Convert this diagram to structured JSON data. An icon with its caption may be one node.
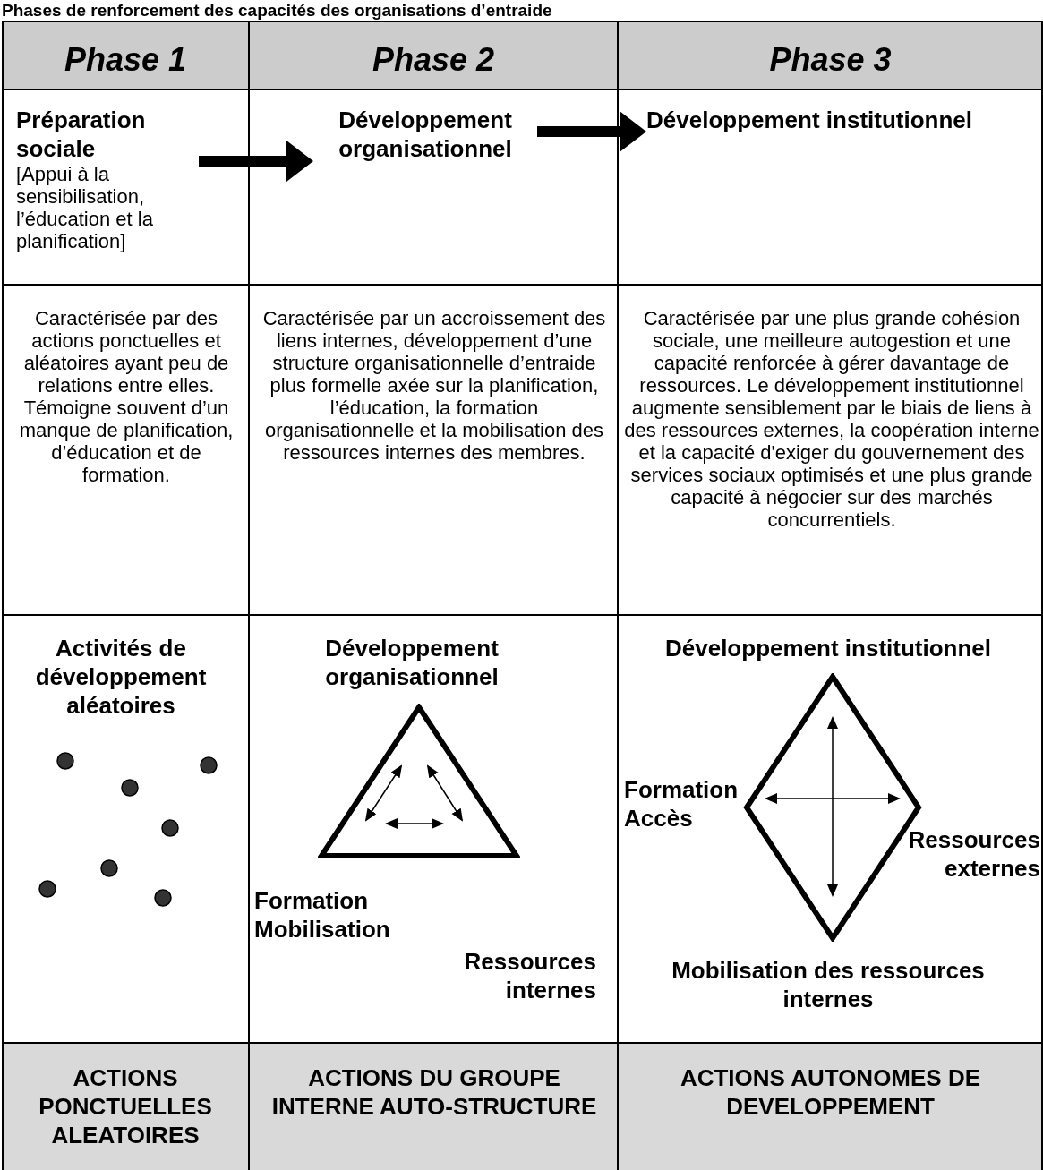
{
  "diagram": {
    "title": "Phases de renforcement des capacités des organisations d’entraide",
    "nodes": [
      {
        "text": [
          "Préparation sociale",
          "[Appui à la sensibilisation, l’éducation et la planification]"
        ]
      },
      {
        "text": [
          "Développement organisationnel"
        ]
      },
      {
        "text": [
          "Développement institutionnel"
        ]
      },
      {
        "text": [],
        "shape": "triangle"
      },
      {
        "text": [],
        "shape": "diamond"
      }
    ],
    "edges": [
      {
        "from": 0,
        "to": 1,
        "arrow": "to"
      },
      {
        "from": 1,
        "to": 2,
        "arrow": "to"
      }
    ],
    "labels": [
      "Phase 1",
      "Phase 2",
      "Phase 3",
      "Caractérisée par des actions ponctuelles et aléatoires ayant peu de relations entre elles. Témoigne souvent d’un manque de planification, d’éducation et de formation.",
      "Caractérisée par un accroissement des liens internes, développement d’une structure organisationnelle d’entraide plus formelle axée sur la planification, l’éducation, la formation organisationnelle et la mobilisation des ressources internes des membres.",
      "Caractérisée par une plus grande cohésion sociale, une meilleure autogestion et une capacité renforcée à gérer davantage de ressources. Le développement institutionnel augmente sensiblement par le biais de liens à des ressources externes, la coopération interne et la capacité d'exiger du gouvernement des services sociaux optimisés et une plus grande capacité à négocier sur des marchés concurrentiels.",
      "Activités de développement aléatoires",
      "Développement organisationnel",
      "Formation",
      "Mobilisation",
      "Ressources internes",
      "Développement institutionnel",
      "Formation",
      "Accès",
      "Ressources externes",
      "Mobilisation des ressources internes",
      "ACTIONS PONCTUELLES ALEATOIRES",
      "ACTIONS DU GROUPE INTERNE AUTO-STRUCTURE",
      "ACTIONS AUTONOMES DE DEVELOPPEMENT"
    ]
  }
}
